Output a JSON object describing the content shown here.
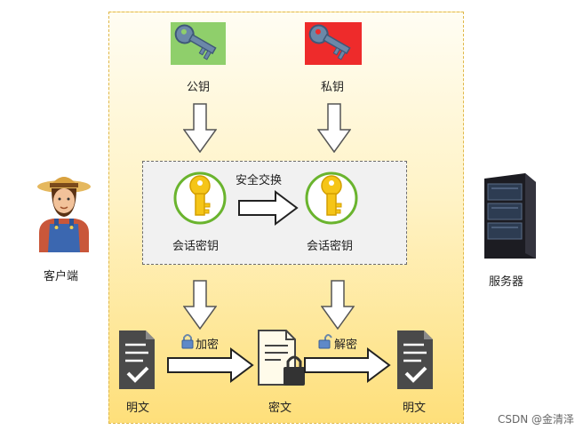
{
  "client_label": "客户端",
  "server_label": "服务器",
  "public_key_label": "公钥",
  "private_key_label": "私钥",
  "secure_exchange_label": "安全交换",
  "session_key_left_label": "会话密钥",
  "session_key_right_label": "会话密钥",
  "encrypt_label": "加密",
  "decrypt_label": "解密",
  "plaintext_left_label": "明文",
  "ciphertext_label": "密文",
  "plaintext_right_label": "明文",
  "watermark": "CSDN @金清泽",
  "colors": {
    "public_key_bg": "#8fcf6b",
    "private_key_bg": "#ee2b2b",
    "session_key_ring": "#6ab42e",
    "session_key_gold": "#f5c518",
    "doc_dark": "#4a4a4a"
  }
}
